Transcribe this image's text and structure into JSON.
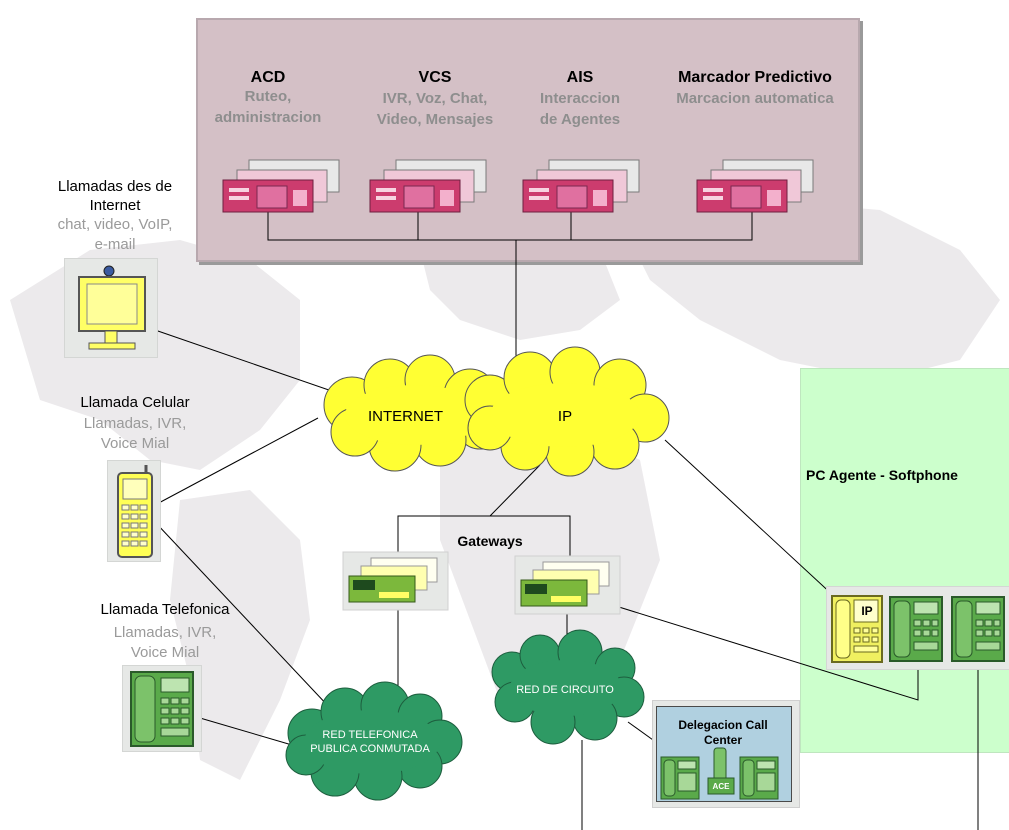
{
  "servers": {
    "acd": {
      "title": "ACD",
      "desc1": "Ruteo,",
      "desc2": "administracion"
    },
    "vcs": {
      "title": "VCS",
      "desc1": "IVR, Voz, Chat,",
      "desc2": "Video, Mensajes"
    },
    "ais": {
      "title": "AIS",
      "desc1": "Interaccion",
      "desc2": "de Agentes"
    },
    "marcador": {
      "title": "Marcador Predictivo",
      "desc1": "Marcacion automatica"
    }
  },
  "internet_calls": {
    "line1": "Llamadas des de",
    "line2": "Internet",
    "sub1": "chat, video, VoIP,",
    "sub2": "e-mail"
  },
  "cell_call": {
    "title": "Llamada Celular",
    "sub1": "Llamadas, IVR,",
    "sub2": "Voice Mial"
  },
  "phone_call": {
    "title": "Llamada Telefonica",
    "sub1": "Llamadas, IVR,",
    "sub2": "Voice Mial"
  },
  "clouds": {
    "internet": "INTERNET",
    "ip": "IP",
    "red_circuito": "RED DE CIRCUITO",
    "red_tel_1": "RED TELEFONICA",
    "red_tel_2": "PUBLICA CONMUTADA"
  },
  "gateways_label": "Gateways",
  "pc_agent_label": "PC Agente - Softphone",
  "ip_phone_label": "IP",
  "delegacion": {
    "line1": "Delegacion Call",
    "line2": "Center",
    "ace_label": "ACE"
  },
  "colors": {
    "top_panel": "#d4c0c6",
    "server_pink": "#cc3c6e",
    "cloud_yellow": "#ffff33",
    "cloud_green": "#2e9a64",
    "agent_panel": "#ccffcc",
    "delegacion_box": "#b0d0e0",
    "phone_green": "#3c9e3c"
  }
}
